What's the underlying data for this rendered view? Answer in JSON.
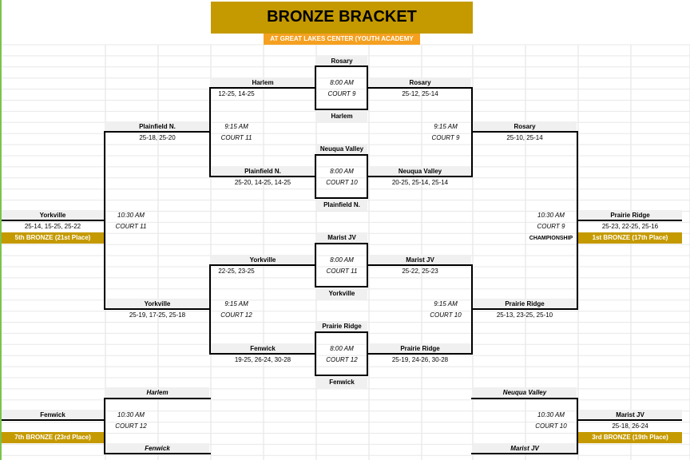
{
  "header": {
    "title": "BRONZE BRACKET",
    "subtitle": "AT GREAT LAKES CENTER (YOUTH ACADEMY"
  },
  "match_top": {
    "team_a": "Rosary",
    "left_team": "Harlem",
    "left_score": "12-25, 14-25",
    "right_team": "Rosary",
    "right_score": "25-12, 25-14",
    "time": "8:00 AM",
    "court": "COURT 9",
    "winner": "Harlem"
  },
  "match_top2": {
    "team_a": "Neuqua Valley",
    "left_team": "Plainfield N.",
    "left_score": "25-20, 14-25, 14-25",
    "right_team": "Neuqua Valley",
    "right_score": "20-25, 25-14, 25-14",
    "time": "8:00 AM",
    "court": "COURT 10",
    "winner": "Plainfield N."
  },
  "mid_left_top": {
    "team": "Plainfield N.",
    "score": "25-18, 25-20",
    "time": "9:15 AM",
    "court": "COURT 11"
  },
  "mid_right_top": {
    "team": "Rosary",
    "score": "25-10, 25-14",
    "time": "9:15 AM",
    "court": "COURT 9"
  },
  "final_left": {
    "team": "Yorkville",
    "score": "25-14, 15-25, 25-22",
    "place": "5th BRONZE (21st Place)",
    "time": "10:30 AM",
    "court": "COURT 11"
  },
  "final_right": {
    "team": "Prairie Ridge",
    "score": "25-23, 22-25, 25-16",
    "place": "1st BRONZE (17th Place)",
    "time": "10:30 AM",
    "court": "COURT 9",
    "label": "CHAMPIONSHIP"
  },
  "match_bot": {
    "team_a": "Marist JV",
    "left_team": "Yorkville",
    "left_score": "22-25, 23-25",
    "right_team": "Marist JV",
    "right_score": "25-22, 25-23",
    "time": "8:00 AM",
    "court": "COURT 11",
    "winner": "Yorkville"
  },
  "match_bot2": {
    "team_a": "Prairie Ridge",
    "left_team": "Fenwick",
    "left_score": "19-25, 26-24, 30-28",
    "right_team": "Prairie Ridge",
    "right_score": "25-19, 24-26, 30-28",
    "time": "8:00 AM",
    "court": "COURT 12",
    "winner": "Fenwick"
  },
  "mid_left_bot": {
    "team": "Yorkville",
    "score": "25-19, 17-25, 25-18",
    "time": "9:15 AM",
    "court": "COURT 12"
  },
  "mid_right_bot": {
    "team": "Prairie Ridge",
    "score": "25-13, 23-25, 25-10",
    "time": "9:15 AM",
    "court": "COURT 10"
  },
  "consol_left": {
    "top_team": "Harlem",
    "bottom_team": "Fenwick",
    "winner": "Fenwick",
    "place": "7th BRONZE (23rd Place)",
    "time": "10:30 AM",
    "court": "COURT 12"
  },
  "consol_right": {
    "top_team": "Neuqua Valley",
    "bottom_team": "Marist JV",
    "winner": "Marist JV",
    "score": "25-18, 26-24",
    "place": "3rd BRONZE (19th Place)",
    "time": "10:30 AM",
    "court": "COURT 10"
  }
}
